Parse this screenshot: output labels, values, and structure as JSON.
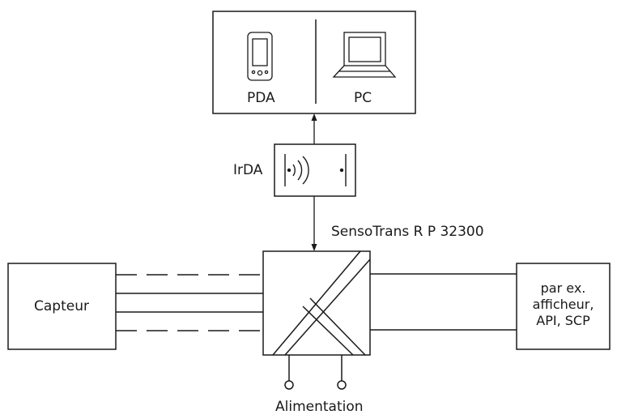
{
  "devices": {
    "pda_label": "PDA",
    "pc_label": "PC",
    "pda_icon": "pda-icon",
    "pc_icon": "laptop-icon"
  },
  "irda": {
    "label": "IrDA",
    "icon": "infrared-signal-icon"
  },
  "transmitter": {
    "label": "SensoTrans R P 32300"
  },
  "sensor": {
    "label": "Capteur"
  },
  "output": {
    "line1": "par ex.",
    "line2": "afficheur,",
    "line3": "API, SCP"
  },
  "power": {
    "label": "Alimentation"
  },
  "colors": {
    "stroke": "#1a1a1a",
    "background": "#ffffff"
  }
}
